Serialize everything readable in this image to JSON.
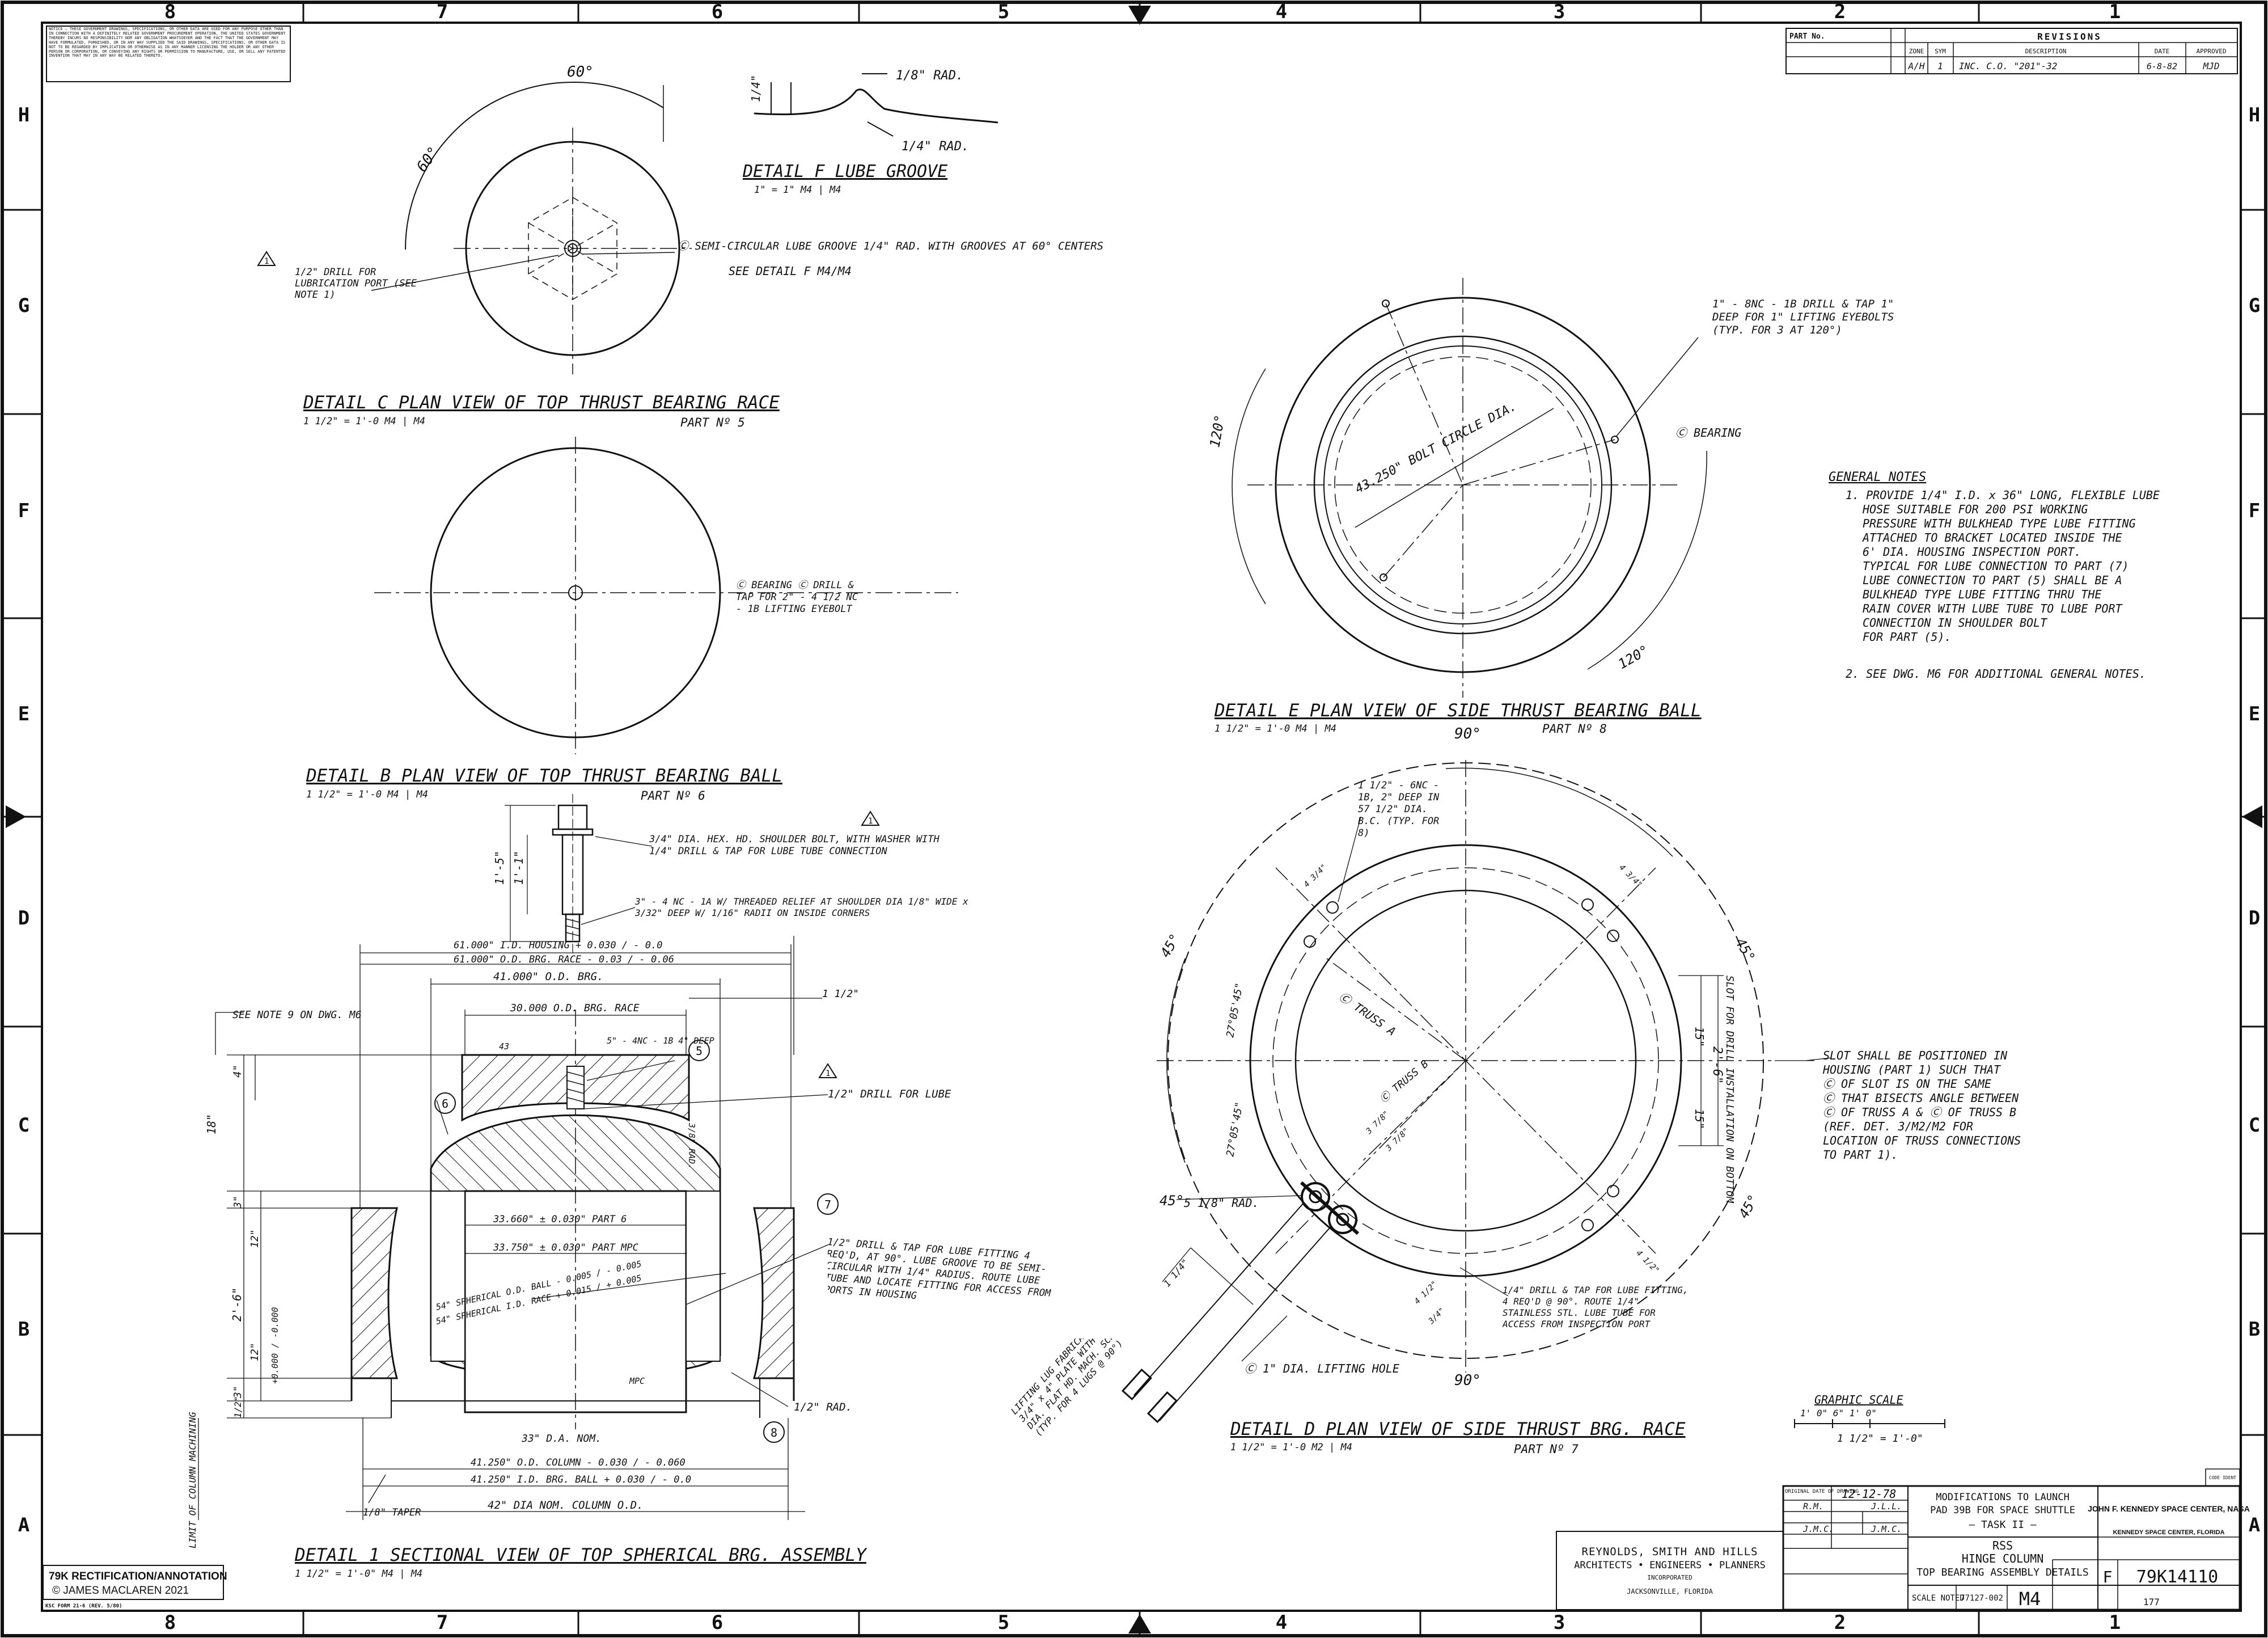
{
  "border": {
    "columns_top": [
      "8",
      "7",
      "6",
      "5",
      "4",
      "3",
      "2",
      "1"
    ],
    "columns_bottom": [
      "8",
      "7",
      "6",
      "5",
      "4",
      "3",
      "2",
      "1"
    ],
    "rows_left": [
      "H",
      "G",
      "F",
      "E",
      "D",
      "C",
      "B",
      "A"
    ],
    "rows_right": [
      "H",
      "G",
      "F",
      "E",
      "D",
      "C",
      "B",
      "A"
    ]
  },
  "notice_text": "NOTICE — THESE GOVERNMENT DRAWINGS, SPECIFICATIONS, OR OTHER DATA ARE USED FOR ANY PURPOSE OTHER THAN IN CONNECTION WITH A DEFINITELY RELATED GOVERNMENT PROCUREMENT OPERATION, THE UNITED STATES GOVERNMENT THEREBY INCURS NO RESPONSIBILITY NOR ANY OBLIGATION WHATSOEVER AND THE FACT THAT THE GOVERNMENT MAY HAVE FORMULATED, FURNISHED, OR IN ANY WAY SUPPLIED THE SAID DRAWINGS, SPECIFICATIONS, OR OTHER DATA IS NOT TO BE REGARDED BY IMPLICATION OR OTHERWISE AS IN ANY MANNER LICENSING THE HOLDER OR ANY OTHER PERSON OR CORPORATION, OR CONVEYING ANY RIGHTS OR PERMISSION TO MANUFACTURE, USE, OR SELL ANY PATENTED INVENTION THAT MAY IN ANY WAY BE RELATED THERETO.",
  "revisions": {
    "part_no_label": "PART No.",
    "title": "REVISIONS",
    "headers": [
      "ZONE",
      "SYM",
      "DESCRIPTION",
      "DATE",
      "APPROVED"
    ],
    "row": {
      "zone": "A/H",
      "sym": "1",
      "description": "INC. C.O. \"201\"-32",
      "date": "6-8-82",
      "approved": "MJD"
    }
  },
  "detail_f": {
    "title": "DETAIL F  LUBE GROOVE",
    "scale": "1\" = 1\"  M4 | M4",
    "top_rad": "1/8\" RAD.",
    "bottom_rad": "1/4\" RAD.",
    "dim": "1/4\""
  },
  "detail_c": {
    "angle_1": "60°",
    "angle_2": "60°",
    "note_groove": "Ⓒ SEMI-CIRCULAR LUBE GROOVE 1/4\" RAD. WITH GROOVES AT 60° CENTERS",
    "note_see": "SEE DETAIL F M4/M4",
    "note_drill": "1/2\" DRILL FOR LUBRICATION PORT (SEE NOTE 1)",
    "title": "DETAIL C  PLAN VIEW OF TOP THRUST BEARING RACE",
    "scale": "1 1/2\" = 1'-0  M4 | M4",
    "part": "PART Nº 5"
  },
  "detail_b": {
    "note": "Ⓒ BEARING   Ⓒ DRILL & TAP FOR 2\" - 4 1/2 NC - 1B LIFTING EYEBOLT",
    "title": "DETAIL B  PLAN VIEW OF TOP THRUST BEARING BALL",
    "scale": "1 1/2\" = 1'-0  M4 | M4",
    "part": "PART Nº 6"
  },
  "bolt_detail": {
    "note_1": "3/4\" DIA. HEX. HD. SHOULDER BOLT, WITH WASHER WITH 1/4\" DRILL & TAP FOR LUBE TUBE CONNECTION",
    "note_2": "3\" - 4 NC - 1A  W/ THREADED RELIEF AT SHOULDER DIA 1/8\" WIDE x 3/32\" DEEP W/ 1/16\" RADII ON INSIDE CORNERS",
    "dim_1": "1'-5\"",
    "dim_2": "1'-1\""
  },
  "detail_e": {
    "bolt_circle": "43.250\" BOLT CIRCLE DIA.",
    "note_drill": "1\" - 8NC - 1B DRILL & TAP 1\" DEEP FOR 1\" LIFTING EYEBOLTS (TYP. FOR 3 AT 120°)",
    "note_bearing": "Ⓒ BEARING",
    "angle_1": "120°",
    "angle_2": "120°",
    "title": "DETAIL E  PLAN VIEW OF SIDE THRUST BEARING BALL",
    "scale": "1 1/2\" = 1'-0  M4 | M4",
    "part": "PART Nº 8"
  },
  "general_notes": {
    "title": "GENERAL NOTES",
    "note_1": [
      "1. PROVIDE 1/4\" I.D. x 36\" LONG, FLEXIBLE LUBE",
      "HOSE SUITABLE FOR 200 PSI WORKING",
      "PRESSURE WITH BULKHEAD TYPE LUBE FITTING",
      "ATTACHED TO BRACKET LOCATED INSIDE THE",
      "6' DIA. HOUSING INSPECTION PORT.",
      "TYPICAL FOR LUBE CONNECTION TO PART (7)",
      "LUBE CONNECTION TO PART (5) SHALL BE A",
      "BULKHEAD TYPE LUBE FITTING THRU THE",
      "RAIN COVER WITH LUBE TUBE TO LUBE PORT",
      "CONNECTION IN SHOULDER BOLT",
      "FOR PART (5)."
    ],
    "note_2": "2. SEE DWG. M6 FOR ADDITIONAL GENERAL NOTES."
  },
  "detail_1": {
    "see_note": "SEE NOTE 9 ON DWG. M6",
    "dim_housing": "61.000\" I.D. HOUSING  + 0.030 / - 0.0",
    "dim_race": "61.000\" O.D. BRG. RACE  - 0.03 / - 0.06",
    "dim_brg": "41.000\" O.D. BRG.",
    "dim_race30": "30.000 O.D. BRG. RACE",
    "tap": "5\" - 4NC - 1B 4\" DEEP",
    "drill_lube": "1/2\" DRILL FOR LUBE",
    "dim_33660": "33.660\" ± 0.030\" PART 6",
    "dim_33750": "33.750\" ± 0.030\" PART MPC",
    "sph_1": "54\" SPHERICAL O.D. BALL  - 0.005 / - 0.005",
    "sph_2": "54\" SPHERICAL I.D. RACE  + 0.015 / + 0.005",
    "lube_note": "1/2\" DRILL & TAP FOR LUBE FITTING 4 REQ'D, AT 90°. LUBE GROOVE TO BE SEMI-CIRCULAR WITH 1/4\" RADIUS. ROUTE LUBE TUBE AND LOCATE FITTING FOR ACCESS FROM PORTS IN HOUSING",
    "rad_bottom": "1/2\" RAD.",
    "rad_side": "3/8\" RAD.",
    "dim_33dia": "33\" D.A. NOM.",
    "taper": "1/8\" TAPER",
    "col_1": "41.250\" O.D. COLUMN  - 0.030 / - 0.060",
    "col_2": "41.250\" I.D. BRG. BALL  + 0.030 / - 0.0",
    "col_3": "42\" DIA NOM. COLUMN O.D.",
    "limit": "LIMIT OF COLUMN MACHINING",
    "dims_left": [
      "18\"",
      "3\"",
      "12\"",
      "2'-6\"",
      "12\"",
      "3\"",
      "1/2\""
    ],
    "dim_top4": "4\"",
    "dim_1_5": "1 1/2\"",
    "dim_0000": "+0.000 / -0.000",
    "label_43": "43",
    "label_mpc": "MPC",
    "balloons": [
      "5",
      "6",
      "7",
      "8"
    ],
    "title": "DETAIL 1  SECTIONAL VIEW OF TOP SPHERICAL BRG. ASSEMBLY",
    "scale": "1 1/2\" = 1'-0\"  M4 | M4"
  },
  "detail_d": {
    "angle_top": "90°",
    "angle_bottom": "90°",
    "angle_45": [
      "45°",
      "45°",
      "45°",
      "45°"
    ],
    "note_tap": "1 1/2\" - 6NC - 1B, 2\" DEEP IN 57 1/2\" DIA. B.C. (TYP. FOR 8)",
    "truss_a": "Ⓒ TRUSS A",
    "truss_b": "Ⓒ TRUSS B",
    "slot_1": "15\"",
    "slot_2": "15\"",
    "slot_dim": "2'-6\"",
    "slot_label": "SLOT FOR DRILL INSTALLATION ON BOTTOM",
    "ang_a": "27°05'45\"",
    "ang_b": "27°05'45\"",
    "rad": "5 1/8\" RAD.",
    "lifting_hole": "Ⓒ 1\" DIA. LIFTING HOLE",
    "lifting_lug": "LIFTING LUG FABRICATED FROM 3/4\" x 4\" PLATE WITH 3/4\" DIA. FLAT HD. MACH. SCREWS (TYP. FOR 4 LUGS @ 90°)",
    "drill_note": "1/4\" DRILL & TAP FOR LUBE FITTING, 4 REQ'D @ 90°. ROUTE 1/4\" STAINLESS STL. LUBE TUBE FOR ACCESS FROM INSPECTION PORT",
    "dim_small": [
      "4 3/4\"",
      "4 3/4\"",
      "3 7/8\"",
      "3 7/8\"",
      "4 1/2\"",
      "4 1/2\"",
      "3/4\"",
      "1 1/4\""
    ],
    "title": "DETAIL D  PLAN VIEW OF SIDE THRUST BRG. RACE",
    "scale": "1 1/2\" = 1'-0  M2 | M4",
    "part": "PART Nº 7"
  },
  "slot_note": [
    "SLOT SHALL BE POSITIONED IN",
    "HOUSING (PART 1) SUCH THAT",
    "Ⓒ OF SLOT IS ON THE SAME",
    "Ⓒ THAT BISECTS ANGLE BETWEEN",
    "Ⓒ OF TRUSS A & Ⓒ OF TRUSS B",
    "(REF. DET. 3/M2/M2 FOR",
    "LOCATION OF TRUSS CONNECTIONS",
    "TO PART 1)."
  ],
  "graphic_scale": {
    "title": "GRAPHIC SCALE",
    "ticks": "1' 0\" 6\" 1' 0\"",
    "ratio": "1 1/2\" = 1'-0\""
  },
  "title_block": {
    "original_date_label": "ORIGINAL DATE OF DRAWING",
    "original_date": "12-12-78",
    "drawn": "R.M.",
    "checked": "J.L.L.",
    "designed": "J.M.C.",
    "checked2": "J.M.C.",
    "project_1": "MODIFICATIONS TO LAUNCH",
    "project_2": "PAD 39B  FOR SPACE SHUTTLE",
    "project_3": "— TASK II —",
    "sheet_1": "RSS",
    "sheet_2": "HINGE COLUMN",
    "sheet_3": "TOP BEARING ASSEMBLY DETAILS",
    "firm_1": "REYNOLDS, SMITH AND HILLS",
    "firm_2": "ARCHITECTS • ENGINEERS • PLANNERS",
    "firm_3": "INCORPORATED",
    "firm_4": "JACKSONVILLE, FLORIDA",
    "agency_1": "JOHN F. KENNEDY SPACE CENTER, NASA",
    "agency_2": "KENNEDY SPACE CENTER, FLORIDA",
    "scale": "SCALE  NOTED",
    "job": "77127-002",
    "sheet": "M4",
    "size": "F",
    "dwg_no": "79K14110",
    "sheet_of": "177",
    "code_label": "CODE IDENT"
  },
  "annotation": {
    "line_1": "79K RECTIFICATION/ANNOTATION",
    "line_2": "© JAMES MACLAREN 2021"
  },
  "form_label": "KSC FORM 21-6 (REV. 5/80)",
  "colors": {
    "ink": "#111111",
    "paper": "#ffffff"
  }
}
